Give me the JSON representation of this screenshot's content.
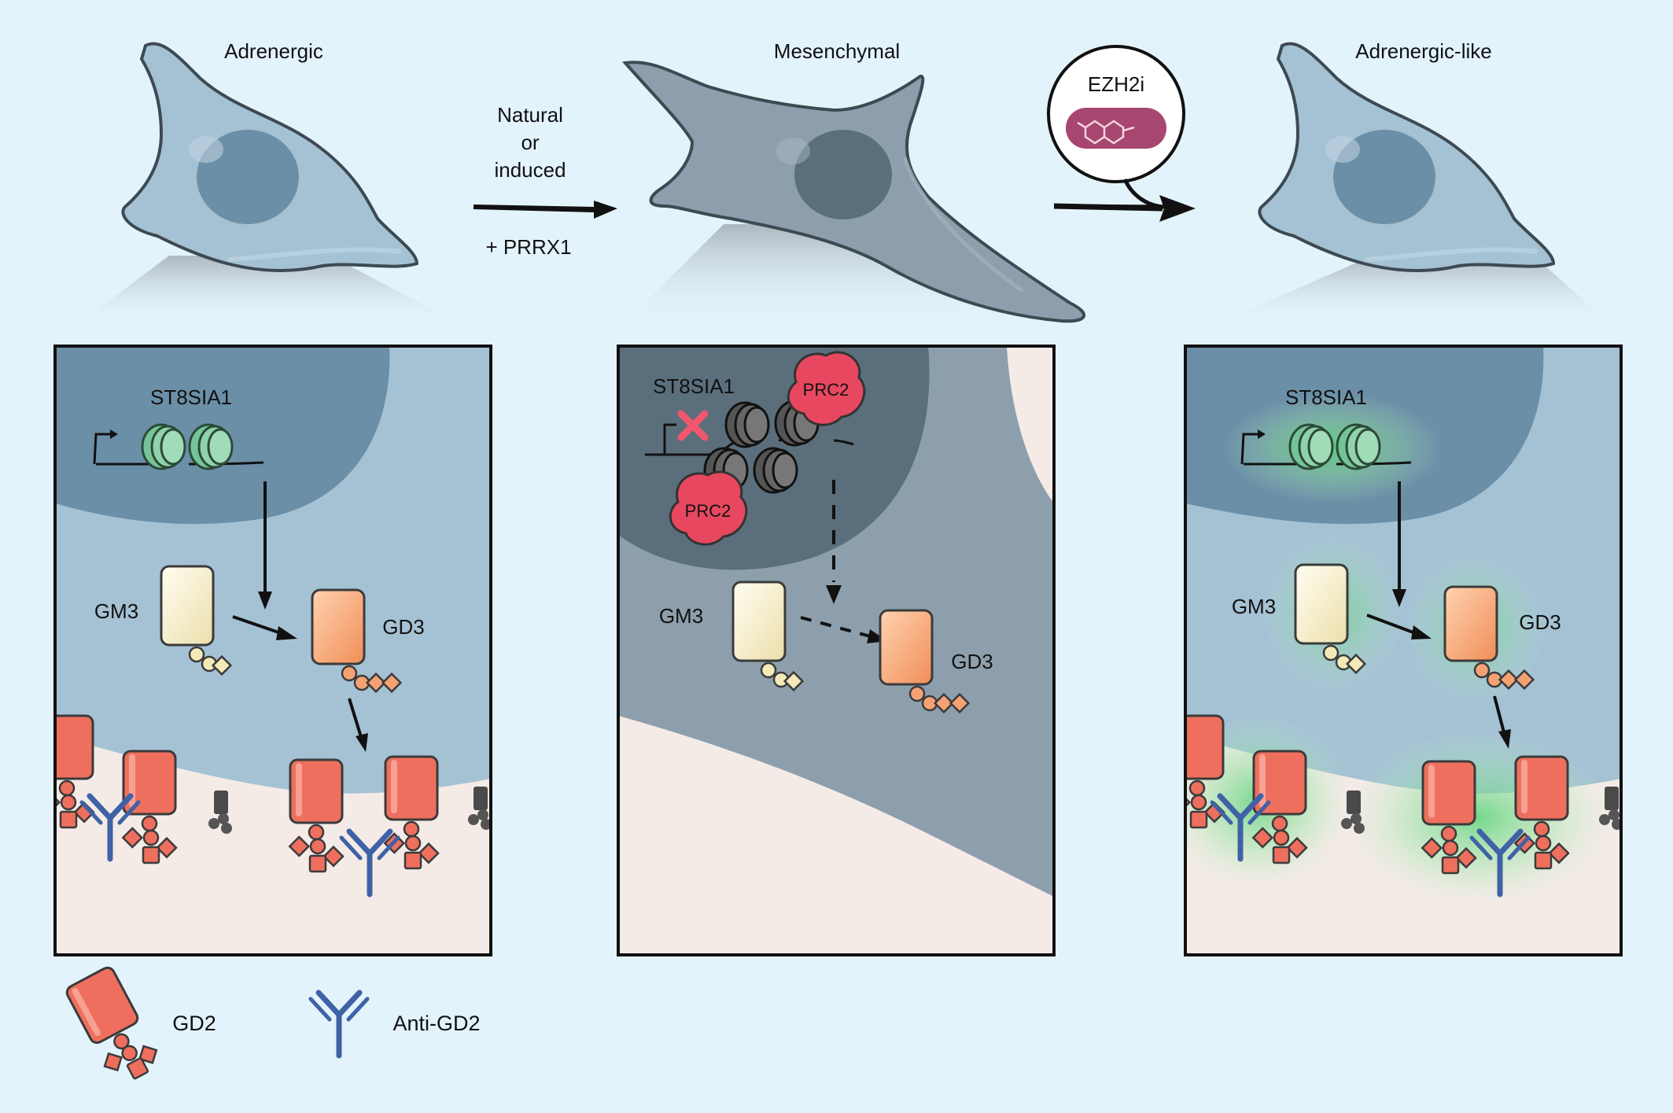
{
  "top": {
    "cell_left": "Adrenergic",
    "cell_middle": "Mesenchymal",
    "cell_right": "Adrenergic-like",
    "arrow1_line1": "Natural",
    "arrow1_line2": "or",
    "arrow1_line3": "induced",
    "arrow1_sub": "+ PRRX1",
    "drug": "EZH2i"
  },
  "panels": {
    "gene": "ST8SIA1",
    "gm3": "GM3",
    "gd3": "GD3",
    "prc2": "PRC2"
  },
  "legend": {
    "gd2": "GD2",
    "anti_gd2": "Anti-GD2"
  },
  "colors": {
    "background": "#e3f3fc",
    "adrenergic_cell": "#a5c2d4",
    "mesenchymal_cell": "#8d9fac",
    "gd2": "#ef6f5e",
    "antibody": "#3f62a6",
    "prc2": "#e8485f",
    "nucleosome": "#74c497",
    "drug_capsule": "#a7466f"
  }
}
